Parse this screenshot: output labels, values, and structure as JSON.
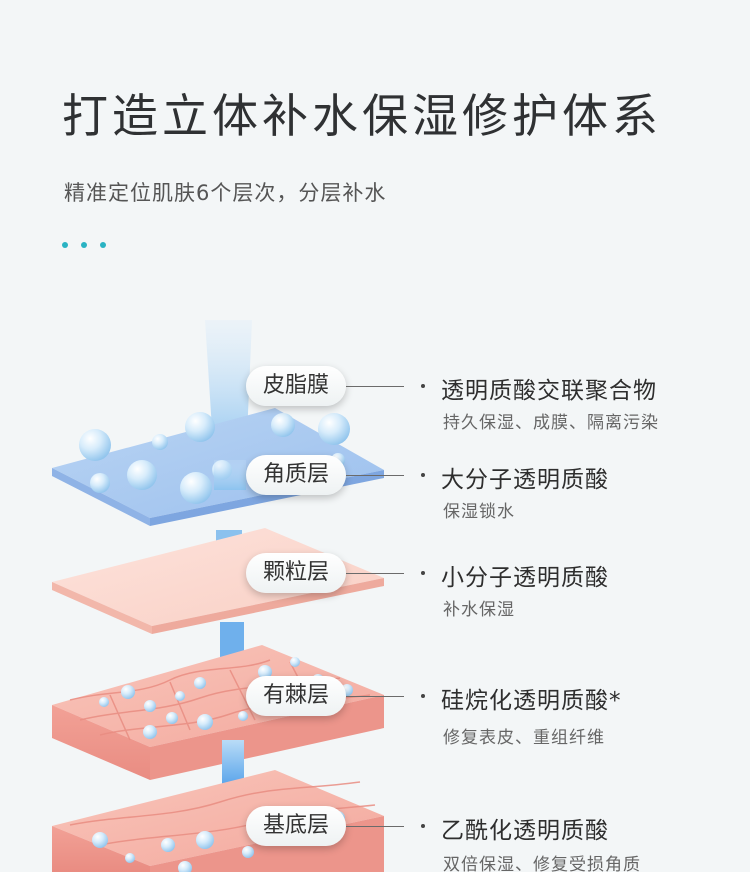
{
  "header": {
    "title": "打造立体补水保湿修护体系",
    "subtitle": "精准定位肌肤6个层次，分层补水"
  },
  "colors": {
    "accent_dots": "#29b3c3",
    "arrow_blue": "#3a9be8",
    "layer_blue": "#a8c8f0",
    "layer_pink": "#f8cfc5",
    "layer_skin": "#f3a59a"
  },
  "layers": [
    {
      "label": "皮脂膜",
      "ingredient": "透明质酸交联聚合物",
      "description": "持久保湿、成膜、隔离污染"
    },
    {
      "label": "角质层",
      "ingredient": "大分子透明质酸",
      "description": "保湿锁水"
    },
    {
      "label": "颗粒层",
      "ingredient": "小分子透明质酸",
      "description": "补水保湿"
    },
    {
      "label": "有棘层",
      "ingredient": "硅烷化透明质酸*",
      "description": "修复表皮、重组纤维"
    },
    {
      "label": "基底层",
      "ingredient": "乙酰化透明质酸",
      "description": "双倍保湿、修复受损角质"
    }
  ]
}
